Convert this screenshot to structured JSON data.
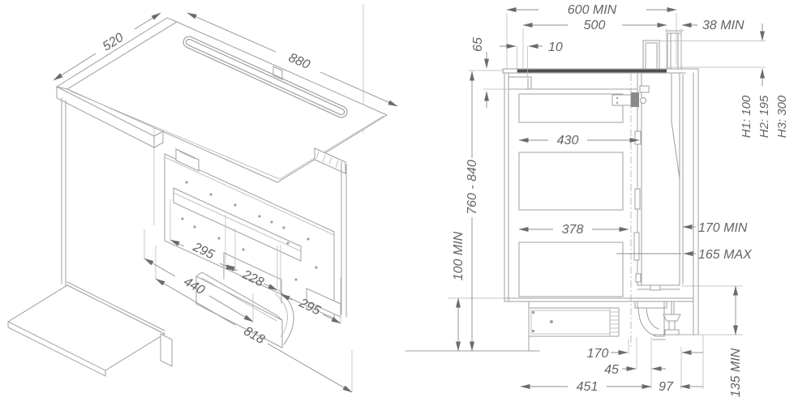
{
  "drawing": {
    "iso": {
      "d520": "520",
      "d880": "880",
      "d295a": "295",
      "d228": "228",
      "d295b": "295",
      "d440": "440",
      "d818": "818"
    },
    "side": {
      "d600": "600 MIN",
      "d500": "500",
      "d38": "38 MIN",
      "d10": "10",
      "d65": "65",
      "d430": "430",
      "d378": "378",
      "d170min": "170 MIN",
      "d165max": "165 MAX",
      "d760": "760 - 840",
      "d100min": "100 MIN",
      "dh1": "H1: 100",
      "dh2": "H2: 195",
      "dh3": "H3: 300",
      "d135min": "135 MIN",
      "d170": "170",
      "d45": "45",
      "d451": "451",
      "d97": "97"
    },
    "colors": {
      "line": "#9f9f9f",
      "dim_text": "#646464",
      "cooktop_section": "#4f4f4f",
      "background": "#ffffff"
    }
  }
}
